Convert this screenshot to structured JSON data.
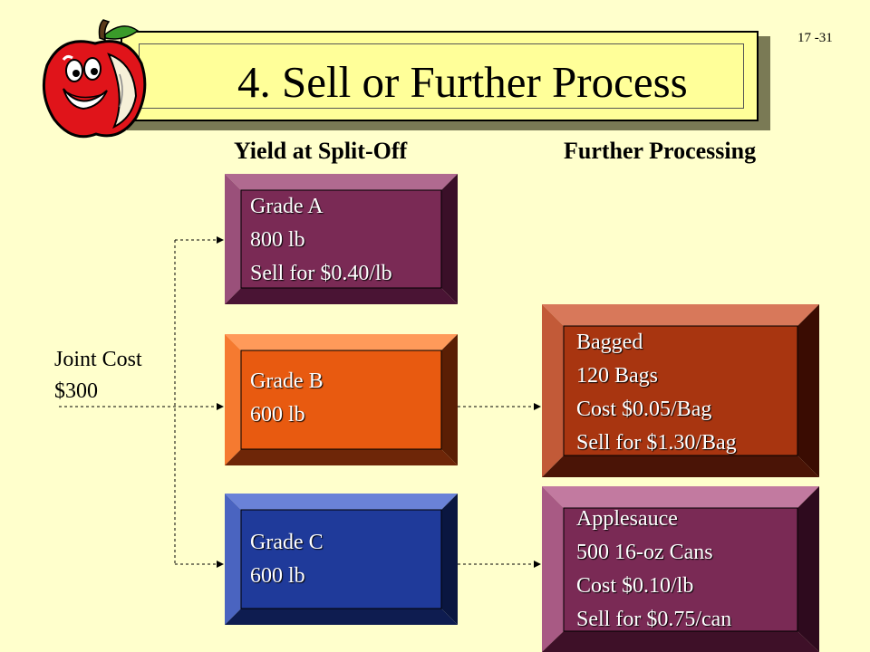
{
  "slide_number": "17 -31",
  "title": "4.  Sell or Further Process",
  "headings": {
    "split_off": "Yield at Split-Off",
    "further": "Further Processing"
  },
  "joint_cost": {
    "line1": "Joint Cost",
    "line2": "$300"
  },
  "split_off_products": [
    {
      "lines": [
        "Grade A",
        "800 lb",
        "Sell for $0.40/lb"
      ],
      "color": "#7a2a55"
    },
    {
      "lines": [
        "Grade B",
        "600 lb"
      ],
      "color": "#e85a10"
    },
    {
      "lines": [
        "Grade C",
        "600 lb"
      ],
      "color": "#1f3a9a"
    }
  ],
  "further_products": [
    {
      "lines": [
        "Bagged",
        "120 Bags",
        "Cost $0.05/Bag",
        "Sell for $1.30/Bag"
      ],
      "color": "#a83510"
    },
    {
      "lines": [
        "Applesauce",
        "500 16-oz Cans",
        "Cost $0.10/lb",
        "Sell for $0.75/can"
      ],
      "color": "#7a2a55"
    }
  ],
  "colors": {
    "background": "#ffffcc",
    "title_fill": "#ffff99"
  }
}
